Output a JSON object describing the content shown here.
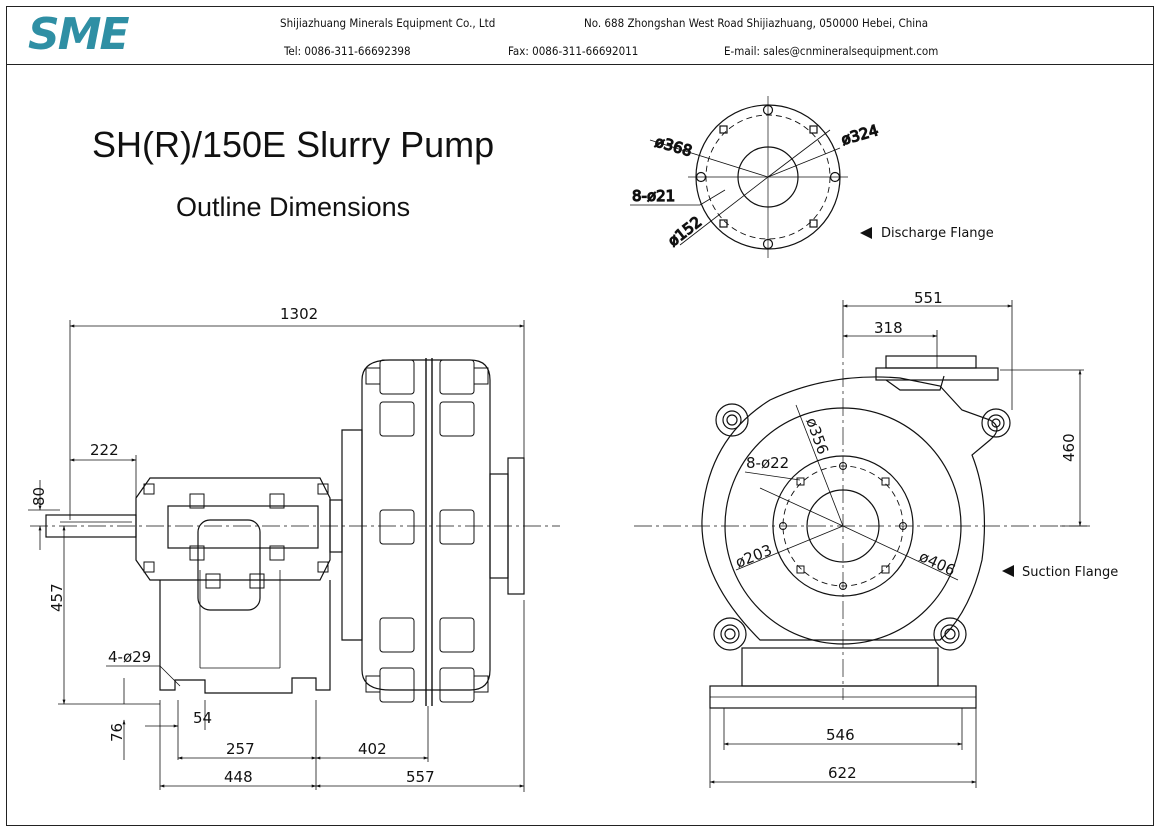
{
  "header": {
    "logo_text": "SME",
    "company": "Shijiazhuang Minerals Equipment Co., Ltd",
    "address": "No. 688 Zhongshan West Road   Shijiazhuang, 050000   Hebei, China",
    "tel": "Tel: 0086-311-66692398",
    "fax": "Fax: 0086-311-66692011",
    "email": "E-mail: sales@cnmineralsequipment.com",
    "logo_color": "#2f8fa4"
  },
  "drawing": {
    "title": "SH(R)/150E Slurry Pump",
    "subtitle": "Outline Dimensions"
  },
  "discharge_flange": {
    "label": "Discharge Flange",
    "dims": {
      "outer": "ø368",
      "bolt_circle": "ø324",
      "holes": "8-ø21",
      "bore": "ø152"
    }
  },
  "side_view": {
    "dims": {
      "overall_length": "1302",
      "shaft_ext": "222",
      "shaft_height_off": "80",
      "center_height": "457",
      "foot_holes": "4-ø29",
      "base_thk": "76",
      "foot_w": "54",
      "foot_span": "257",
      "base_len": "448",
      "to_casing": "402",
      "to_outlet": "557"
    }
  },
  "front_view": {
    "label": "Suction Flange",
    "dims": {
      "overall_w": "551",
      "discharge_off": "318",
      "discharge_h": "460",
      "bolt_circle": "ø356",
      "holes": "8-ø22",
      "bore": "ø203",
      "outer": "ø406",
      "base_inner": "546",
      "base_outer": "622"
    }
  }
}
